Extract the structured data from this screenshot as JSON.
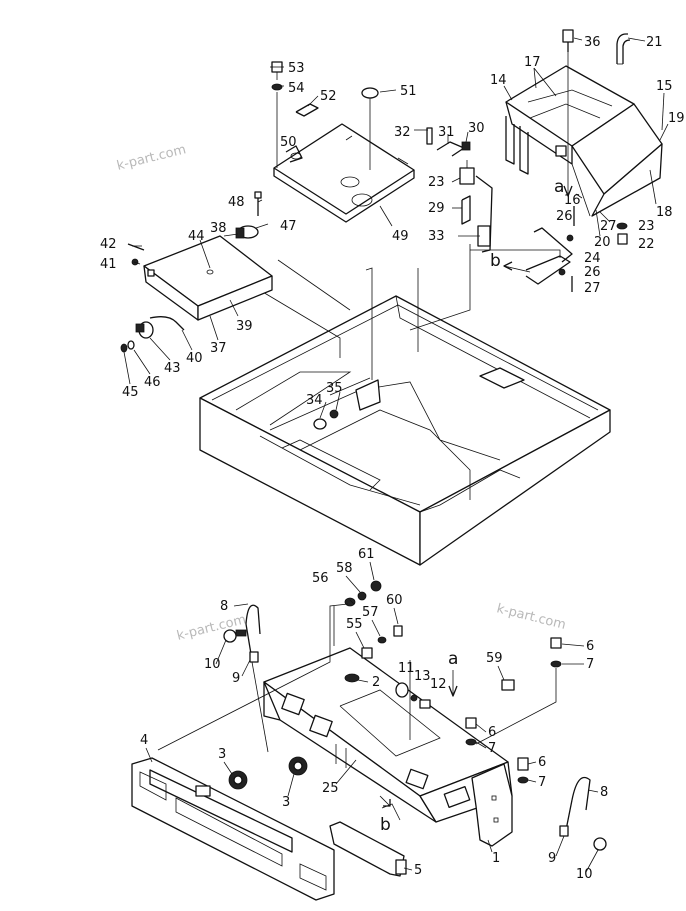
{
  "watermarks": [
    "k-part.com",
    "k-part.com",
    "k-part.com"
  ],
  "callouts": {
    "n1": "1",
    "n2": "2",
    "n3a": "3",
    "n3b": "3",
    "n4": "4",
    "n5": "5",
    "n6a": "6",
    "n6b": "6",
    "n6c": "6",
    "n7a": "7",
    "n7b": "7",
    "n7c": "7",
    "n8a": "8",
    "n8b": "8",
    "n9a": "9",
    "n9b": "9",
    "n10a": "10",
    "n10b": "10",
    "n11": "11",
    "n12": "12",
    "n13": "13",
    "n14": "14",
    "n15": "15",
    "n16": "16",
    "n17": "17",
    "n18": "18",
    "n19": "19",
    "n20": "20",
    "n21": "21",
    "n22": "22",
    "n23a": "23",
    "n23b": "23",
    "n24": "24",
    "n25": "25",
    "n26a": "26",
    "n26b": "26",
    "n27a": "27",
    "n27b": "27",
    "n29": "29",
    "n30": "30",
    "n31": "31",
    "n32": "32",
    "n33": "33",
    "n34": "34",
    "n35": "35",
    "n36": "36",
    "n37": "37",
    "n38": "38",
    "n39": "39",
    "n40": "40",
    "n41": "41",
    "n42": "42",
    "n43": "43",
    "n44": "44",
    "n45": "45",
    "n46": "46",
    "n47": "47",
    "n48": "48",
    "n49": "49",
    "n50": "50",
    "n51": "51",
    "n52": "52",
    "n53": "53",
    "n54": "54",
    "n55": "55",
    "n56": "56",
    "n57": "57",
    "n58": "58",
    "n59": "59",
    "n60": "60",
    "n61": "61"
  },
  "refs": {
    "a_top": "a",
    "b_top": "b",
    "a_bottom": "a",
    "b_bottom": "b"
  },
  "colors": {
    "ink": "#111111",
    "paper": "#ffffff",
    "watermark": "#b9b9b9"
  }
}
